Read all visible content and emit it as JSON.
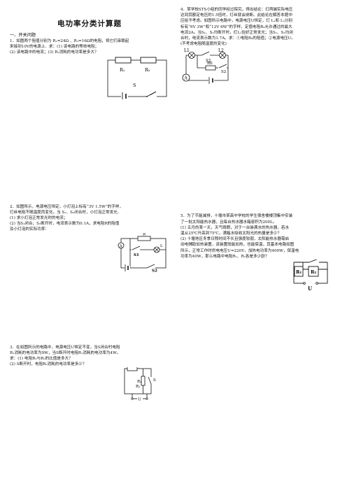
{
  "title": "电功率分类计算题",
  "section1": "一、开关问题",
  "q1": {
    "lines": [
      "1．如图两个阻值分别为 R₁=24Ω 、R₂=16Ω的电阻，将它们串联起",
      "来接到10V的电源上．求：(1) 该电路的等效电阻；",
      "(2) 该电路中的电流；(3) R₂消耗的电功率是多大？"
    ],
    "fig_labels": {
      "r1": "R₁",
      "r2": "R₂",
      "s": "S"
    }
  },
  "q2": {
    "lines": [
      "2．如图所示，电源电压恒定，小灯泡上标有“3V 1.5W”的字样，",
      "灯丝电阻不随温度而变化，当 S₁、S₂闭合时，小灯泡正常发光．",
      "(1) 求小灯泡正常发光时的电流；",
      "(2) 当S₁闭合，S₂断开时，电流表示数为0.1A，求电阻R的阻值",
      "及小灯泡的实际功率："
    ],
    "fig_labels": {
      "a": "A",
      "r": "R",
      "l": "L",
      "s1": "S1",
      "s2": "S2"
    }
  },
  "q3": {
    "lines": [
      "3．在如图所示的电路中，电源电压U恒定不变，当S闭合时电阻",
      "R₁消耗的电功率为9W，当S断开时电阻R₁消耗的电功率为4W。",
      "求：(1) 电阻R₁与R₂的比值是多大？",
      "(2) S断开时，电阻R₂消耗的电功率是多少？"
    ],
    "fig_labels": {
      "r1": "R₁",
      "r2": "R₂",
      "s": "S",
      "u": "U"
    }
  },
  "q4": {
    "lines": [
      "4．某学校STS小组的同学经过探究，得出结论：灯两端实际电压",
      "达到其额定电压的1.5倍时，灯丝就会烧断。此结论在解答本题中",
      "应给予考虑。如图所示电路中，电源电压U恒定，灯 L₁和 L₂分别",
      "标有“6V 3W”和“12V 6W”的字样，定值电阻R₀允许通过的最大",
      "电流2A。当S₁、S₂均断开时，灯L₁恰好正常发光；当S₁、S₂均闭",
      "合时，电流表示数为1.7A。求：①电阻R₀的阻值；②电源电压U。",
      "(不考虑电阻随温度的变化)"
    ],
    "fig_labels": {
      "l1": "L1",
      "l2": "L2",
      "s1": "S1",
      "s2": "S2",
      "r0": "R0",
      "a": "A"
    }
  },
  "q5": {
    "lines": [
      "5．为了节能减排，十堰市某高中学校的学生宿舍楼楼顶集中安装",
      "了一批太阳能热水器，且每台热水器水箱容积为200L。",
      "(1) 五月的某一天，天气晴朗，对于一台装满水的热水器，若水",
      "温从25℃升高到75℃，满箱水吸收太阳光的热量是多少？",
      "(2) 十堰地区冬季日照时间不长且强度较弱，太阳能热水器需启",
      "动电辅助加热装置，该装置既能加热，也能保温，其基本电路如图",
      "所示，正常工作时供电电压U=220V，加热电功率为400W，保温电",
      "功率为40W，那么电路中电阻R₁、R₂各是多少欧？"
    ],
    "fig_labels": {
      "k": "K",
      "r1": "R₁",
      "r2": "R₂",
      "u": "U"
    }
  }
}
